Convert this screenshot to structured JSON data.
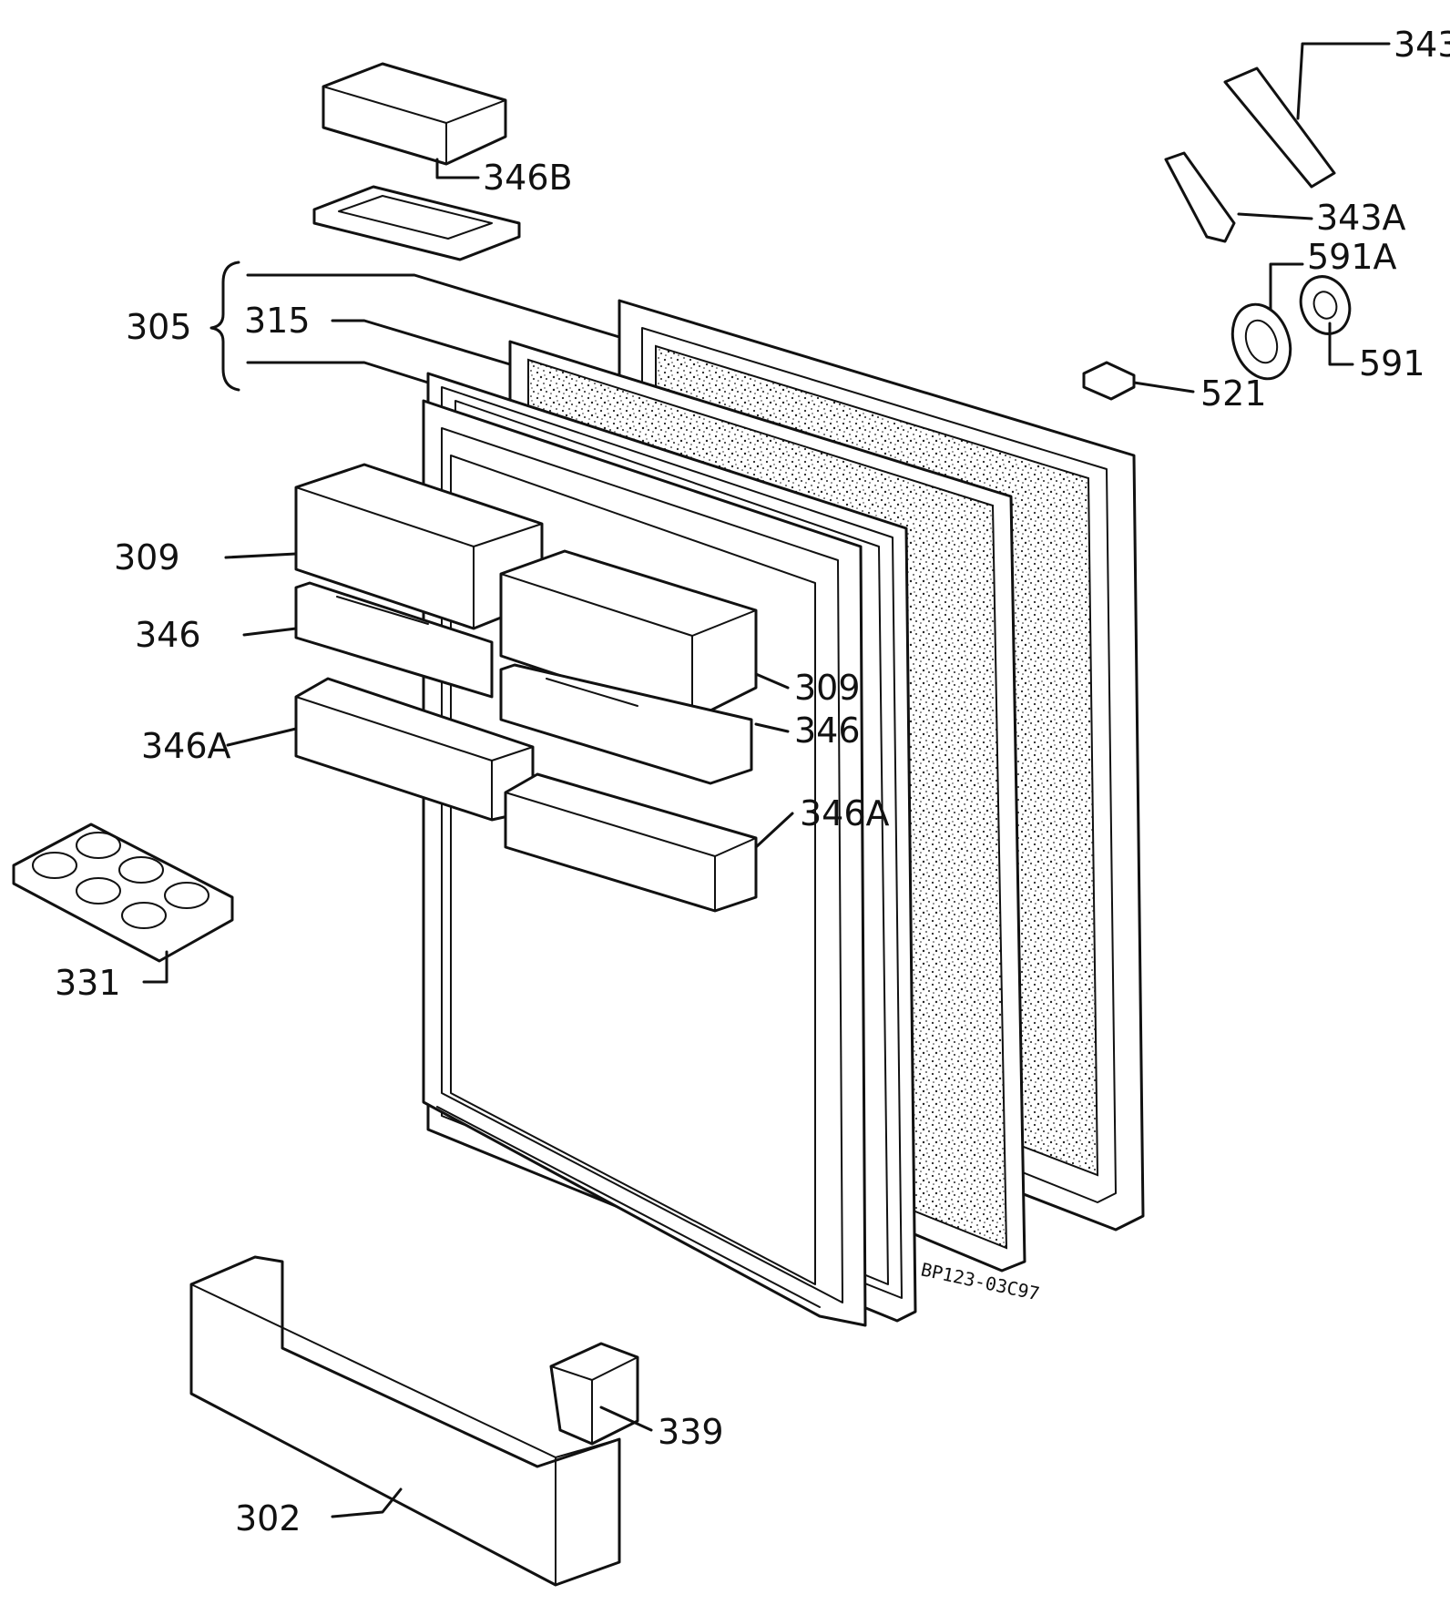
{
  "labels": {
    "l343": "343",
    "l343A": "343A",
    "l591A": "591A",
    "l591": "591",
    "l521": "521",
    "l346B": "346B",
    "l305": "305",
    "l315": "315",
    "l309a": "309",
    "l346a": "346",
    "l346Aa": "346A",
    "l309b": "309",
    "l346b": "346",
    "l346Ab": "346A",
    "l331": "331",
    "l339": "339",
    "l302": "302"
  },
  "drawing_code": "BP123-03C97"
}
